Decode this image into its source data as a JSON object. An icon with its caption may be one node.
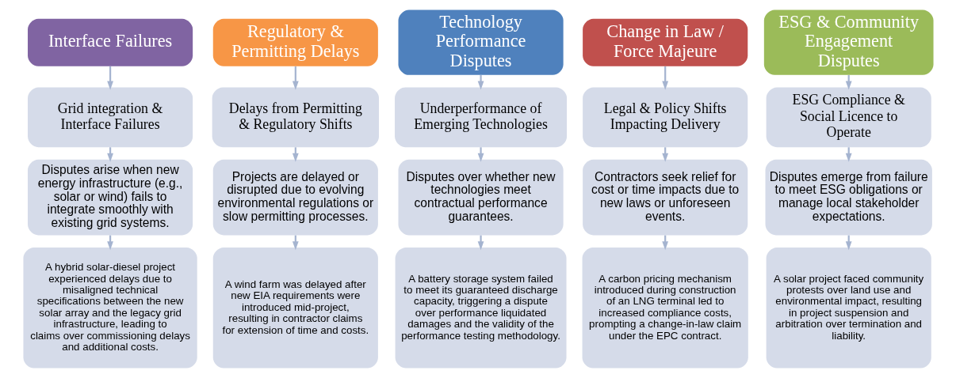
{
  "diagram": {
    "nodes": [
      {
        "text": [
          "Interface Failures"
        ]
      },
      {
        "text": [
          "Grid integration & Interface Failures"
        ]
      },
      {
        "text": [
          "Disputes arise when new energy infrastructure (e.g., solar or wind) fails to integrate smoothly with existing grid systems."
        ]
      },
      {
        "text": [
          "A hybrid solar-diesel project experienced delays due to misaligned technical specifications between the new solar array and the legacy grid infrastructure, leading to claims over commissioning delays and additional costs."
        ]
      },
      {
        "text": [
          "Regulatory & Permitting Delays"
        ]
      },
      {
        "text": [
          "Delays from Permitting & Regulatory Shifts"
        ]
      },
      {
        "text": [
          "Projects are delayed or disrupted due to evolving environmental regulations or slow permitting processes."
        ]
      },
      {
        "text": [
          "A wind farm was delayed after new EIA requirements were introduced mid-project, resulting in contractor claims for extension of time and costs."
        ]
      },
      {
        "text": [
          "Technology Performance Disputes"
        ]
      },
      {
        "text": [
          "Underperformance of Emerging Technologies"
        ]
      },
      {
        "text": [
          "Disputes over whether new technologies meet contractual performance guarantees."
        ]
      },
      {
        "text": [
          "A battery storage system failed to meet its guaranteed discharge capacity, triggering a dispute over performance liquidated damages and the validity of the performance testing methodology."
        ]
      },
      {
        "text": [
          "Change in Law / Force Majeure"
        ]
      },
      {
        "text": [
          "Legal & Policy Shifts Impacting Delivery"
        ]
      },
      {
        "text": [
          "Contractors seek relief for cost or time impacts due to new laws or unforeseen events."
        ]
      },
      {
        "text": [
          "A carbon pricing mechanism introduced during construction of an LNG terminal led to increased compliance costs, prompting a change-in-law claim under the EPC contract."
        ]
      },
      {
        "text": [
          "ESG & Community Engagement Disputes"
        ]
      },
      {
        "text": [
          "ESG Compliance & Social Licence to Operate"
        ]
      },
      {
        "text": [
          "Disputes emerge from failure to meet ESG obligations or manage local stakeholder expectations."
        ]
      },
      {
        "text": [
          "A solar project faced community protests over land use and environmental impact, resulting in project suspension and arbitration over termination and liability."
        ]
      }
    ],
    "edges": [
      {
        "from": 0,
        "to": 1,
        "arrow": "to"
      },
      {
        "from": 1,
        "to": 2,
        "arrow": "to"
      },
      {
        "from": 2,
        "to": 3,
        "arrow": "to"
      },
      {
        "from": 4,
        "to": 5,
        "arrow": "to"
      },
      {
        "from": 5,
        "to": 6,
        "arrow": "to"
      },
      {
        "from": 6,
        "to": 7,
        "arrow": "to"
      },
      {
        "from": 8,
        "to": 9,
        "arrow": "to"
      },
      {
        "from": 9,
        "to": 10,
        "arrow": "to"
      },
      {
        "from": 10,
        "to": 11,
        "arrow": "to"
      },
      {
        "from": 12,
        "to": 13,
        "arrow": "to"
      },
      {
        "from": 13,
        "to": 14,
        "arrow": "to"
      },
      {
        "from": 14,
        "to": 15,
        "arrow": "to"
      },
      {
        "from": 16,
        "to": 17,
        "arrow": "to"
      },
      {
        "from": 17,
        "to": 18,
        "arrow": "to"
      },
      {
        "from": 18,
        "to": 19,
        "arrow": "to"
      }
    ]
  }
}
